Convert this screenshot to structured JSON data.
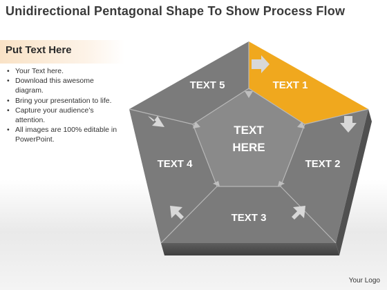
{
  "title": "Unidirectional Pentagonal Shape To Show Process Flow",
  "side_panel": {
    "heading": "Put Text Here",
    "bullets": [
      "Your Text here.",
      "Download this awesome diagram.",
      "Bring your presentation to life.",
      "Capture your audience’s attention.",
      "All images are 100% editable in PowerPoint."
    ]
  },
  "diagram": {
    "segments": [
      {
        "label": "TEXT 1",
        "color": "#f0a81e"
      },
      {
        "label": "TEXT 2",
        "color": "#7b7b7b"
      },
      {
        "label": "TEXT 3",
        "color": "#7b7b7b"
      },
      {
        "label": "TEXT 4",
        "color": "#7b7b7b"
      },
      {
        "label": "TEXT 5",
        "color": "#7b7b7b"
      }
    ],
    "center": {
      "line1": "TEXT",
      "line2": "HERE",
      "color": "#8a8a8a"
    }
  },
  "footer": {
    "logo_text": "Your Logo"
  }
}
